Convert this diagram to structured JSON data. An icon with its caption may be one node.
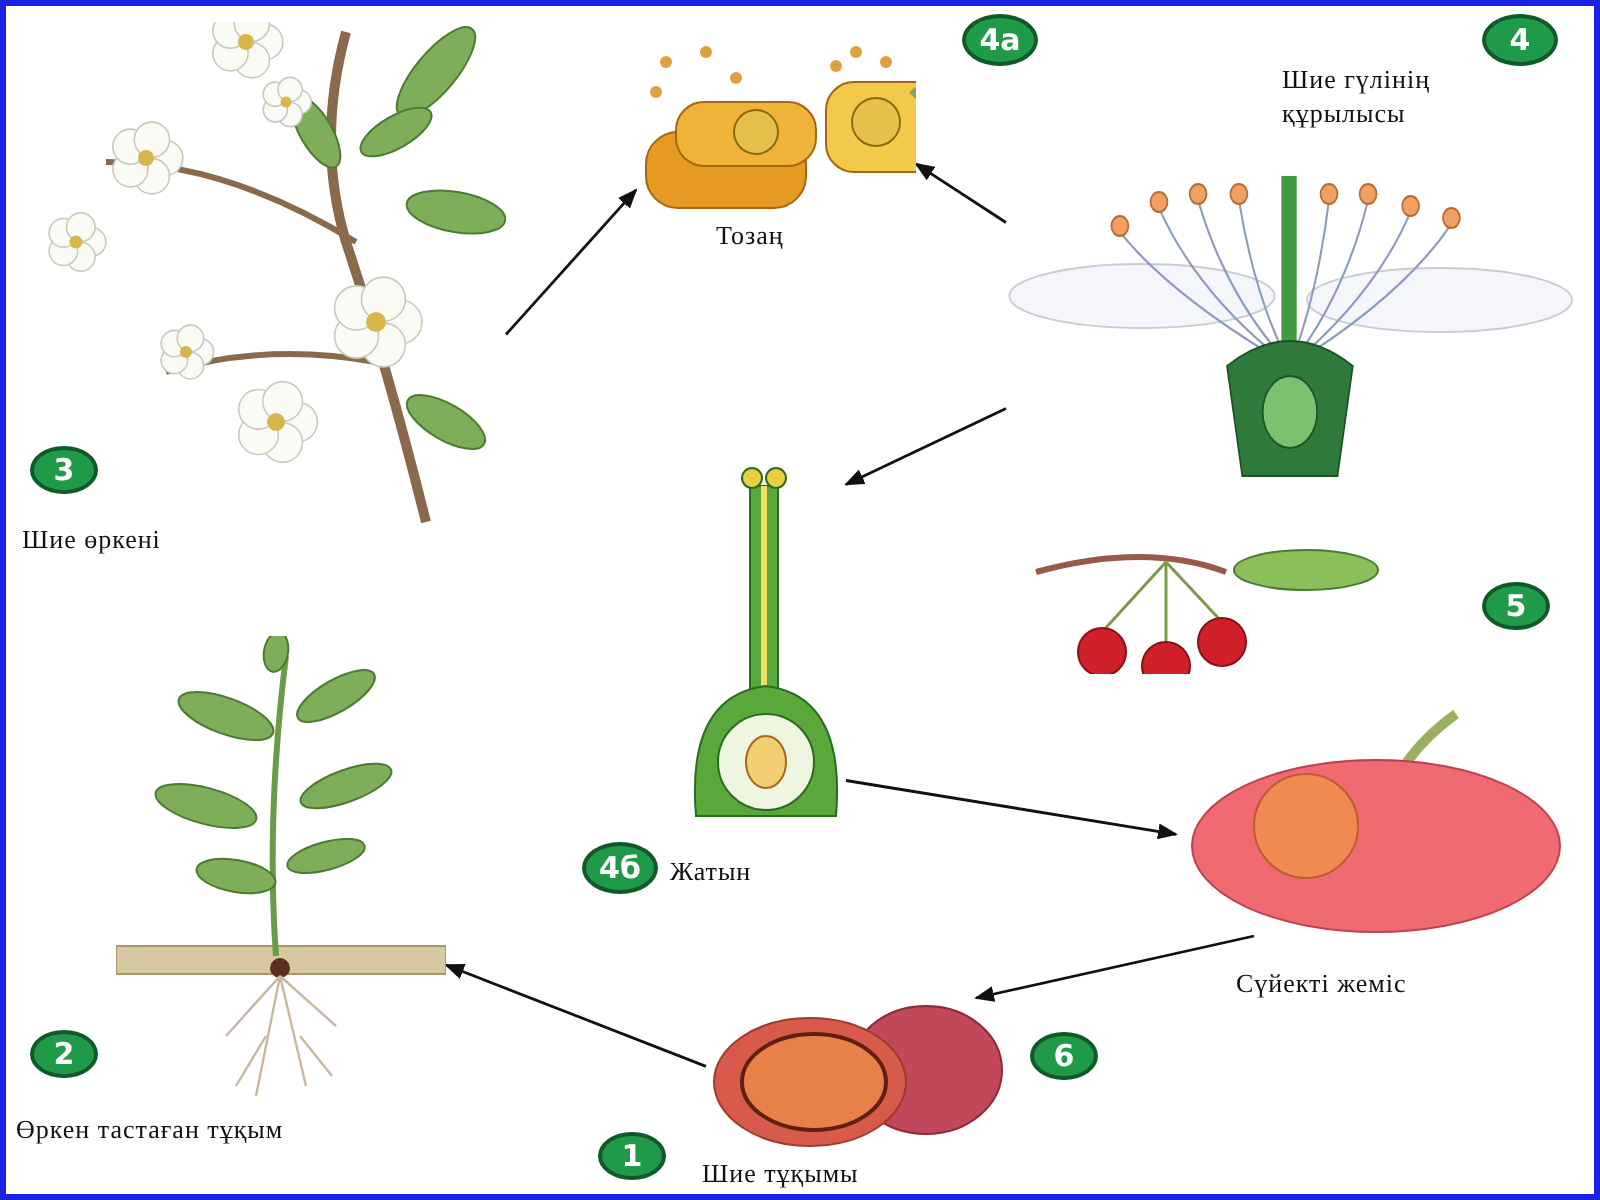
{
  "diagram": {
    "nodes": [
      {
        "text": [],
        "shape": "picture",
        "beside": [
          "Тозаң"
        ]
      },
      {
        "text": [
          "4а"
        ]
      },
      {
        "text": [
          "4"
        ]
      },
      {
        "text": [],
        "shape": "picture",
        "beside": [
          "Шие гүлінің құрылысы"
        ]
      },
      {
        "text": [],
        "shape": "picture",
        "beside": [
          "Шие өркені"
        ]
      },
      {
        "text": [
          "3"
        ]
      },
      {
        "text": [],
        "shape": "picture"
      },
      {
        "text": [],
        "shape": "picture"
      },
      {
        "text": [
          "5"
        ]
      },
      {
        "text": [],
        "shape": "picture",
        "beside": [
          "Сүйекті жеміс"
        ]
      },
      {
        "text": [],
        "shape": "picture",
        "beside": [
          "Өркен тастаған тұқым"
        ]
      },
      {
        "text": [
          "4б"
        ],
        "beside": [
          "Жатын"
        ]
      },
      {
        "text": [
          "2"
        ]
      },
      {
        "text": [],
        "shape": "picture",
        "beside": [
          "Шие тұқымы"
        ]
      },
      {
        "text": [
          "6"
        ]
      },
      {
        "text": [
          "1"
        ]
      }
    ],
    "edges": [
      {
        "from": 4,
        "to": 0,
        "arrow": "to"
      },
      {
        "from": 3,
        "to": 0,
        "arrow": "to"
      },
      {
        "from": 3,
        "to": 6,
        "arrow": "to"
      },
      {
        "from": 6,
        "to": 9,
        "arrow": "to"
      },
      {
        "from": 9,
        "to": 13,
        "arrow": "to"
      },
      {
        "from": 13,
        "to": 10,
        "arrow": "to"
      }
    ]
  }
}
